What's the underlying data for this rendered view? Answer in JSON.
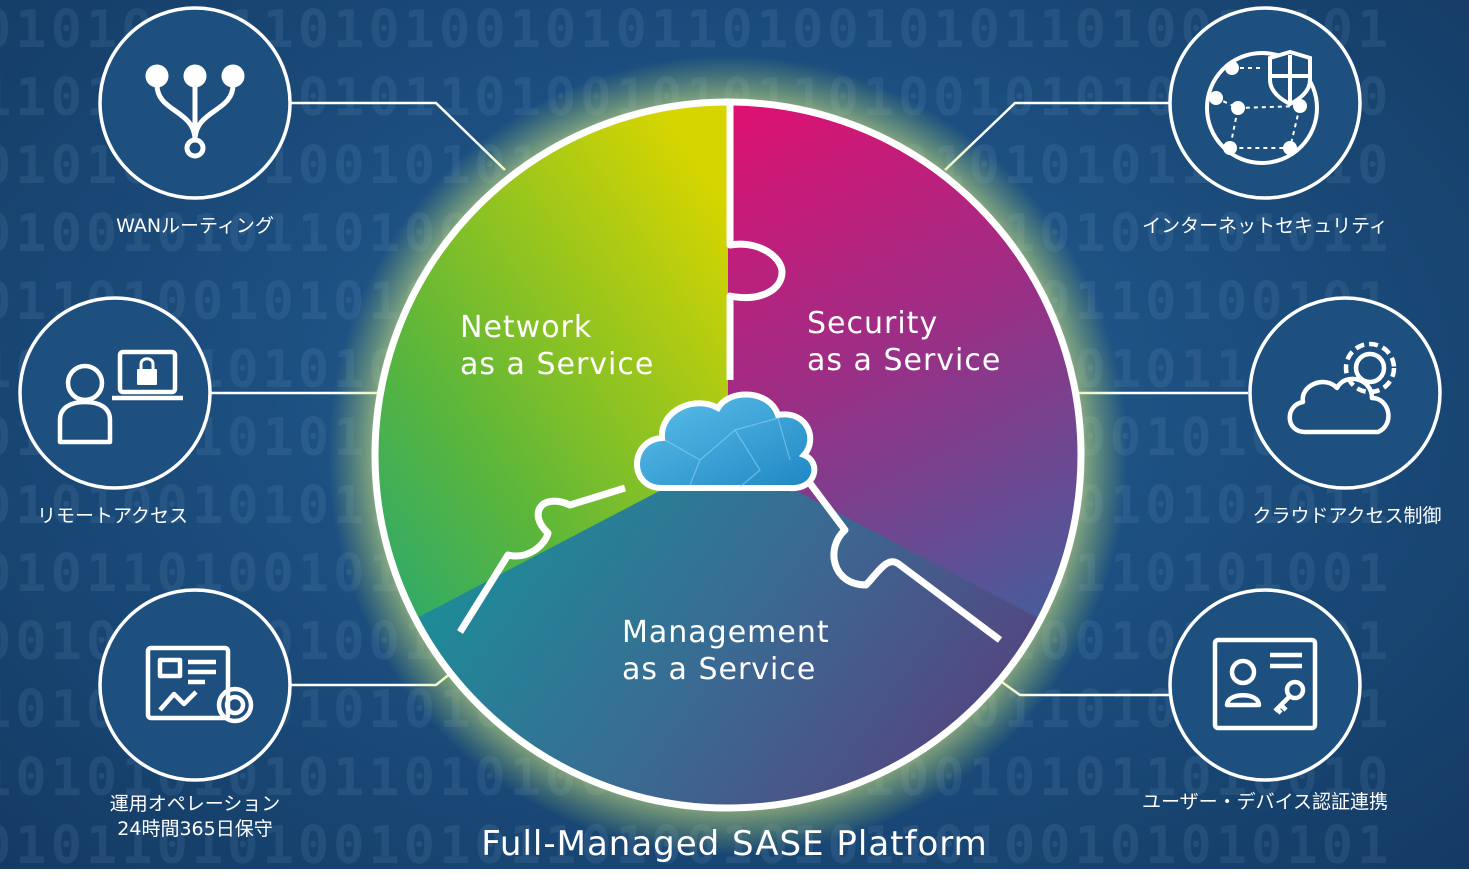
{
  "center": {
    "network": {
      "line1": "Network",
      "line2": "as a Service"
    },
    "security": {
      "line1": "Security",
      "line2": "as a Service"
    },
    "management": {
      "line1": "Management",
      "line2": "as a Service"
    }
  },
  "features": {
    "wan_routing": "WANルーティング",
    "remote_access": "リモートアクセス",
    "operations_line1": "運用オペレーション",
    "operations_line2": "24時間365日保守",
    "internet_security": "インターネットセキュリティ",
    "cloud_access": "クラウドアクセス制御",
    "user_device_auth": "ユーザー・デバイス認証連携"
  },
  "footer": {
    "title": "Full-Managed SASE Platform"
  },
  "colors": {
    "background": "#1c4f80",
    "network_gradient": [
      "#d7d400",
      "#12a489"
    ],
    "security_gradient": [
      "#f5076a",
      "#35609a"
    ],
    "management_gradient": [
      "#1a8f9a",
      "#5a3e7c"
    ],
    "glow": "#eef8a0",
    "cloud": "#3ba7dc"
  },
  "icons": {
    "wan_routing": "branching-network-icon",
    "remote_access": "user-laptop-lock-icon",
    "operations": "dashboard-gear-icon",
    "internet_security": "globe-network-shield-icon",
    "cloud_access": "cloud-gear-icon",
    "user_device_auth": "id-card-key-icon"
  },
  "background_text": "0101010110101001010110100101011010010101"
}
